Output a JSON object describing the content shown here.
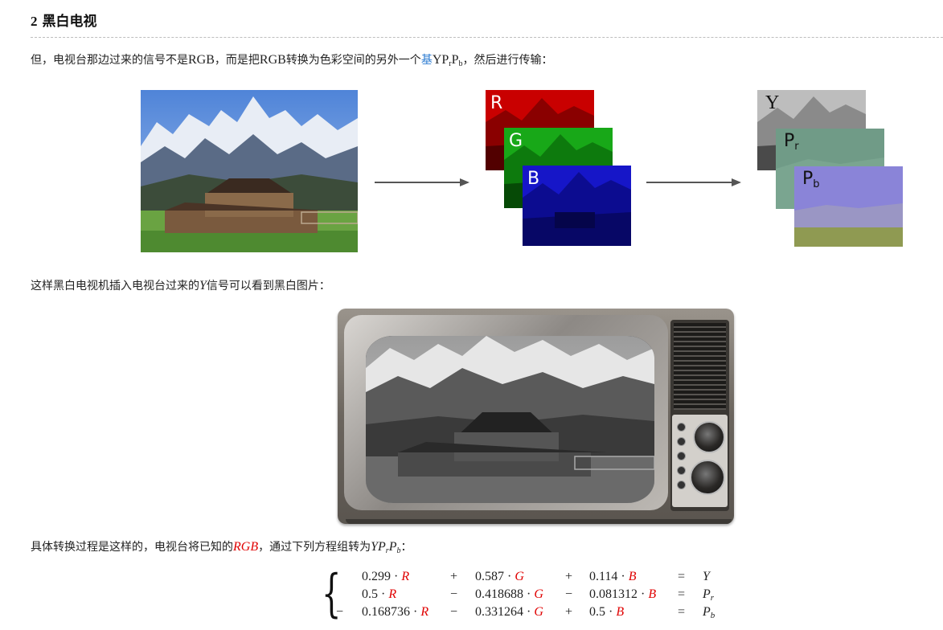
{
  "heading": {
    "number": "2",
    "title": "黑白电视"
  },
  "para1": {
    "t1": "但，电视台那边过来的信号不是",
    "m1": "RGB",
    "t2": "，而是把",
    "m2": "RGB",
    "t3": "转换为色彩空间的另外一个",
    "link": "基",
    "m3_main": "YP",
    "m3_sub1": "r",
    "m3_mid": "P",
    "m3_sub2": "b",
    "t4": "，然后进行传输："
  },
  "channels": {
    "rgb": [
      "R",
      "G",
      "B"
    ],
    "ypp": {
      "y": "Y",
      "pr": "P",
      "pr_sub": "r",
      "pb": "P",
      "pb_sub": "b"
    }
  },
  "para2": {
    "t1": "这样黑白电视机插入电视台过来的",
    "m1": "Y",
    "t2": "信号可以看到黑白图片："
  },
  "para3": {
    "t1": "具体转换过程是这样的，电视台将已知的",
    "m1": "RGB",
    "t2": "，通过下列方程组转为",
    "m2": "YP",
    "m2_sub1": "r",
    "m2_mid": "P",
    "m2_sub2": "b",
    "t3": "："
  },
  "equations": [
    {
      "sign": "",
      "c1": "0.299 · ",
      "v1": "R",
      "op1": "+",
      "c2": "0.587 · ",
      "v2": "G",
      "op2": "+",
      "c3": "0.114 · ",
      "v3": "B",
      "eq": "=",
      "res": "Y",
      "res_sub": ""
    },
    {
      "sign": "",
      "c1": "0.5 · ",
      "v1": "R",
      "op1": "−",
      "c2": "0.418688 · ",
      "v2": "G",
      "op2": "−",
      "c3": "0.081312 · ",
      "v3": "B",
      "eq": "=",
      "res": "P",
      "res_sub": "r"
    },
    {
      "sign": "−",
      "c1": "0.168736 · ",
      "v1": "R",
      "op1": "−",
      "c2": "0.331264 · ",
      "v2": "G",
      "op2": "+",
      "c3": "0.5 · ",
      "v3": "B",
      "eq": "=",
      "res": "P",
      "res_sub": "b"
    }
  ],
  "colors": {
    "link": "#2b7bd1",
    "variable_red": "#e00000",
    "r_channel": "#d00000",
    "g_channel": "#18a818",
    "b_channel": "#1414c8",
    "pr_channel": "#6f9a86",
    "pb_channel": "#8b84d6"
  }
}
